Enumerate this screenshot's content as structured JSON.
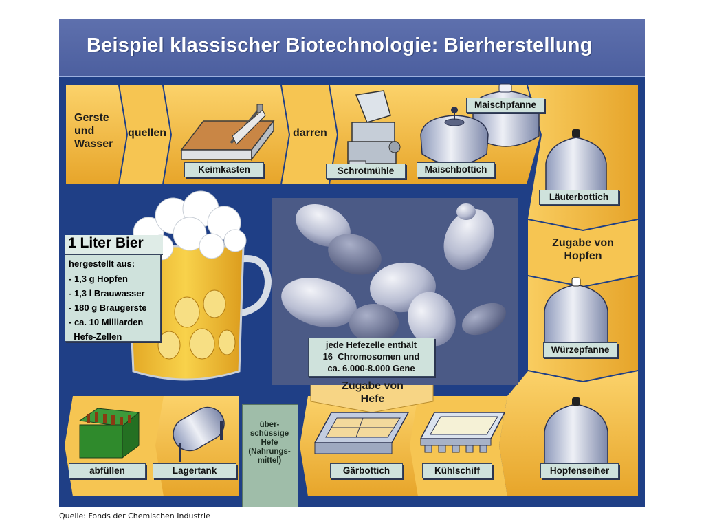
{
  "title": "Beispiel klassischer Biotechnologie: Bierherstellung",
  "flow": {
    "start": "Gerste\nund\nWasser",
    "step_quellen": "quellen",
    "step_darren": "darren",
    "step_hopfen": "Zugabe von\nHopfen",
    "step_hefe": "Zugabe von\nHefe"
  },
  "equipment": {
    "keimkasten": "Keimkasten",
    "schrotmuehle": "Schrotmühle",
    "maischbottich": "Maischbottich",
    "maischpfanne": "Maischpfanne",
    "laeuterbottich": "Läuterbottich",
    "wuerzepfanne": "Würzepfanne",
    "hopfenseiher": "Hopfenseiher",
    "kuehlschiff": "Kühlschiff",
    "gaerbottich": "Gärbottich",
    "lagertank": "Lagertank",
    "abfuellen": "abfüllen"
  },
  "beer_card": {
    "title": "1 Liter Bier",
    "subtitle": "hergestellt aus:",
    "items": [
      "- 1,3 g Hopfen",
      "- 1,3 l Brauwasser",
      "- 180 g Braugerste",
      "- ca. 10 Milliarden",
      "  Hefe-Zellen"
    ]
  },
  "yeast_info": "jede Hefezelle enthält\n16  Chromosomen und\nca. 6.000-8.000 Gene",
  "surplus_yeast": "über-\nschüssige\nHefe\n(Nahrungs-\nmittel)",
  "source": "Quelle: Fonds der Chemischen Industrie",
  "colors": {
    "frame": "#1f3f86",
    "title_bar": "#5068a8",
    "band": "#f0b43a",
    "label_bg": "#cfe2dc",
    "photo_bg": "#4b5a86",
    "beer": "#f2c23a"
  }
}
